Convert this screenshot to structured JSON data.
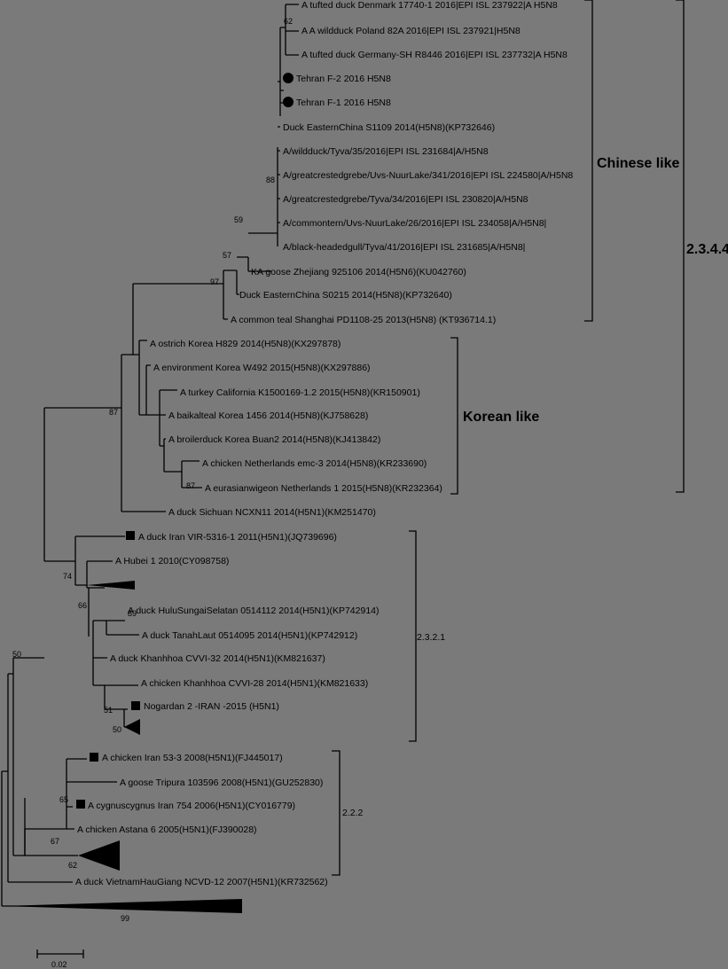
{
  "labels": {
    "l0": "A tufted duck Denmark 17740-1 2016|EPI ISL 237922|A H5N8",
    "l1": "A A wildduck Poland 82A 2016|EPI ISL 237921|H5N8",
    "l2": "A tufted duck Germany-SH R8446 2016|EPI ISL 237732|A H5N8",
    "l3": "Tehran F-2 2016 H5N8",
    "l4": "Tehran F-1 2016 H5N8",
    "l5": "Duck EasternChina S1109 2014(H5N8)(KP732646)",
    "l6": "A/wildduck/Tyva/35/2016|EPI ISL 231684|A/H5N8",
    "l7": "A/greatcrestedgrebe/Uvs-NuurLake/341/2016|EPI ISL 224580|A/H5N8",
    "l8": "A/greatcrestedgrebe/Tyva/34/2016|EPI ISL 230820|A/H5N8",
    "l9": "A/commontern/Uvs-NuurLake/26/2016|EPI ISL 234058|A/H5N8|",
    "l10": "A/black-headedgull/Tyva/41/2016|EPI ISL 231685|A/H5N8|",
    "l11": "KA goose Zhejiang 925106 2014(H5N6)(KU042760)",
    "l12": "Duck EasternChina S0215 2014(H5N8)(KP732640)",
    "l13": "A common teal Shanghai PD1108-25 2013(H5N8) (KT936714.1)",
    "l14": "A ostrich Korea H829 2014(H5N8)(KX297878)",
    "l15": "A environment Korea W492 2015(H5N8)(KX297886)",
    "l16": "A turkey California K1500169-1.2 2015(H5N8)(KR150901)",
    "l17": "A baikalteal Korea 1456 2014(H5N8)(KJ758628)",
    "l18": "A broilerduck Korea Buan2 2014(H5N8)(KJ413842)",
    "l19": "A chicken Netherlands emc-3 2014(H5N8)(KR233690)",
    "l20": "A eurasianwigeon Netherlands 1 2015(H5N8)(KR232364)",
    "l21": "A duck Sichuan NCXN11 2014(H5N1)(KM251470)",
    "l22": "A duck Iran VIR-5316-1 2011(H5N1)(JQ739696)",
    "l23": "A Hubei 1 2010(CY098758)",
    "l24": "A duck HuluSungaiSelatan 0514112 2014(H5N1)(KP742914)",
    "l25": "A duck TanahLaut 0514095 2014(H5N1)(KP742912)",
    "l26": "A duck Khanhhoa CVVI-32 2014(H5N1)(KM821637)",
    "l27": "A chicken Khanhhoa CVVI-28 2014(H5N1)(KM821633)",
    "l28": "Nogardan 2 -IRAN -2015 (H5N1)",
    "l29": "A chicken Iran 53-3 2008(H5N1)(FJ445017)",
    "l30": "A goose Tripura 103596 2008(H5N1)(GU252830)",
    "l31": "A cygnuscygnus Iran 754 2006(H5N1)(CY016779)",
    "l32": "A chicken Astana 6 2005(H5N1)(FJ390028)",
    "l33": "A duck VietnamHauGiang NCVD-12 2007(H5N1)(KR732562)"
  },
  "bootstrap": {
    "b62a": "62",
    "b88": "88",
    "b59": "59",
    "b57": "57",
    "b97": "97",
    "b87a": "87",
    "b87b": "87",
    "b74": "74",
    "b66": "66",
    "b89": "89",
    "b51": "51",
    "b50a": "50",
    "b50b": "50",
    "b65": "65",
    "b67": "67",
    "b62b": "62",
    "b99": "99"
  },
  "clades": {
    "chinese": "Chinese like",
    "korean": "Korean like",
    "c2344": "2.3.4.4",
    "c2321": "2.3.2.1",
    "c222": "2.2.2"
  },
  "scale": {
    "label": "0.02"
  },
  "colors": {
    "background": "#7a7a7a",
    "ink": "#000000"
  }
}
